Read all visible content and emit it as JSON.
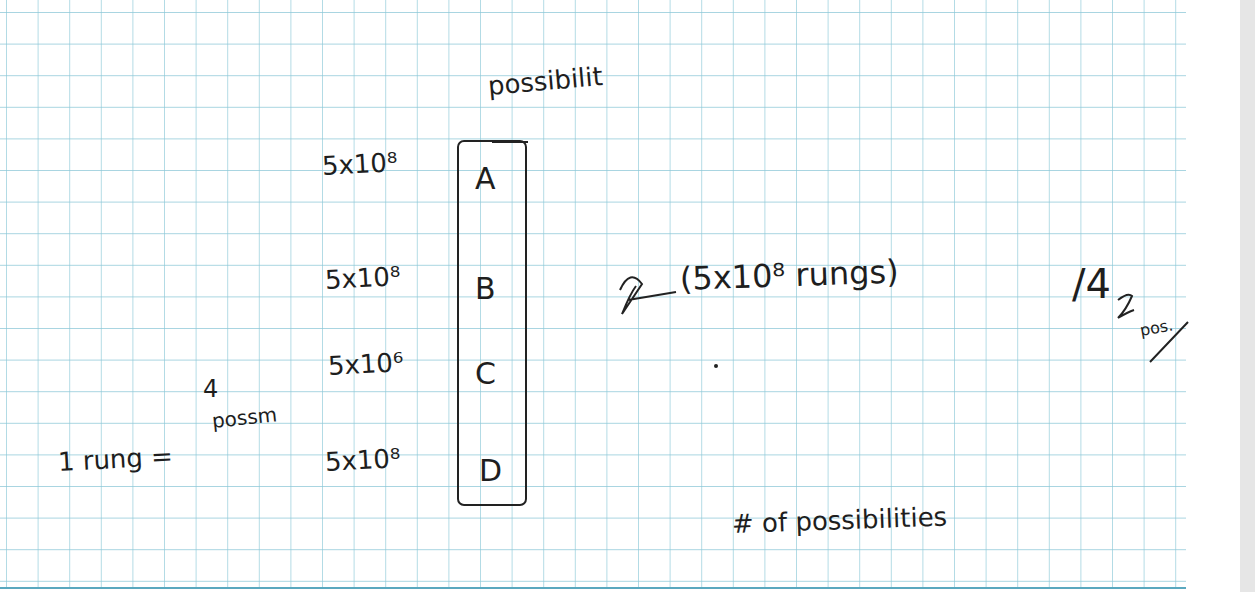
{
  "diagram": {
    "nodes": [
      {
        "text": [
          "A",
          "B",
          "C",
          "D"
        ]
      }
    ],
    "labels": [
      "possibilit",
      "5x10⁸",
      "5x10⁸",
      "5x10⁶",
      "5x10⁸",
      "(5x10⁸ rungs)",
      "/4",
      "pos.",
      "1 rung =",
      "4",
      "possm",
      "# of possibilities"
    ]
  }
}
